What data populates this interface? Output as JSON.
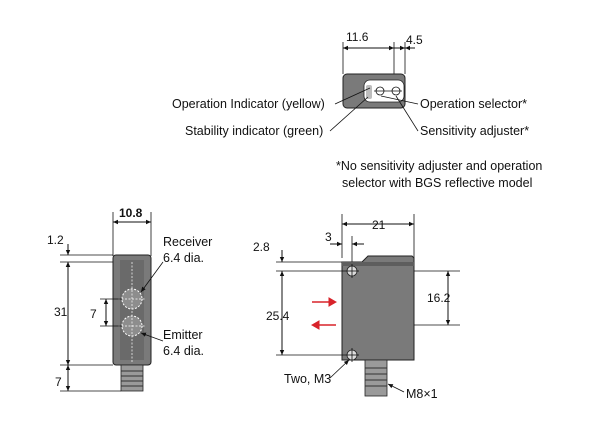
{
  "top_view": {
    "dim_width": "11.6",
    "dim_adjuster": "4.5",
    "label_operation_indicator": "Operation Indicator (yellow)",
    "label_stability_indicator": "Stability indicator (green)",
    "label_operation_selector": "Operation selector*",
    "label_sensitivity_adjuster": "Sensitivity adjuster*",
    "note_line1": "*No sensitivity adjuster and operation",
    "note_line2": "selector with BGS reflective model"
  },
  "front_view": {
    "dim_width": "10.8",
    "dim_top_offset": "1.2",
    "dim_height": "31",
    "dim_lens_spacing": "7",
    "dim_connector": "7",
    "label_receiver": "Receiver",
    "label_receiver_dia": "6.4 dia.",
    "label_emitter": "Emitter",
    "label_emitter_dia": "6.4 dia."
  },
  "side_view": {
    "dim_width": "21",
    "dim_hole_offset_x": "3",
    "dim_hole_offset_y": "2.8",
    "dim_hole_spacing": "25.4",
    "dim_optical_height": "16.2",
    "label_mount_holes": "Two, M3",
    "label_connector": "M8×1"
  }
}
